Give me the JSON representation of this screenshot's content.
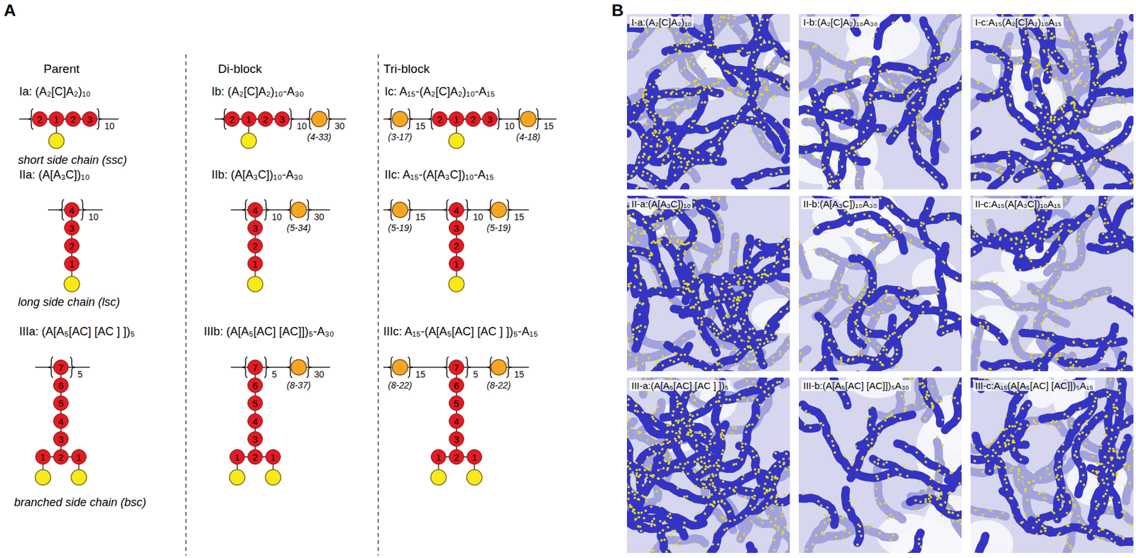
{
  "diagram": {
    "nodes": [
      {
        "text": [
          "2"
        ]
      },
      {
        "text": [
          "1"
        ]
      },
      {
        "text": [
          "2"
        ]
      },
      {
        "text": [
          "3"
        ]
      },
      {
        "text": [
          "2"
        ]
      },
      {
        "text": [
          "1"
        ]
      },
      {
        "text": [
          "2"
        ]
      },
      {
        "text": [
          "3"
        ]
      },
      {
        "text": [
          "2"
        ]
      },
      {
        "text": [
          "1"
        ]
      },
      {
        "text": [
          "2"
        ]
      },
      {
        "text": [
          "3"
        ]
      },
      {
        "text": [
          "4"
        ]
      },
      {
        "text": [
          "3"
        ]
      },
      {
        "text": [
          "2"
        ]
      },
      {
        "text": [
          "1"
        ]
      },
      {
        "text": [
          "4"
        ]
      },
      {
        "text": [
          "3"
        ]
      },
      {
        "text": [
          "2"
        ]
      },
      {
        "text": [
          "1"
        ]
      },
      {
        "text": [
          "4"
        ]
      },
      {
        "text": [
          "3"
        ]
      },
      {
        "text": [
          "2"
        ]
      },
      {
        "text": [
          "1"
        ]
      },
      {
        "text": [
          "7"
        ]
      },
      {
        "text": [
          "6"
        ]
      },
      {
        "text": [
          "5"
        ]
      },
      {
        "text": [
          "4"
        ]
      },
      {
        "text": [
          "3"
        ]
      },
      {
        "text": [
          "1"
        ]
      },
      {
        "text": [
          "2"
        ]
      },
      {
        "text": [
          "1"
        ]
      },
      {
        "text": [
          "7"
        ]
      },
      {
        "text": [
          "6"
        ]
      },
      {
        "text": [
          "5"
        ]
      },
      {
        "text": [
          "4"
        ]
      },
      {
        "text": [
          "3"
        ]
      },
      {
        "text": [
          "1"
        ]
      },
      {
        "text": [
          "2"
        ]
      },
      {
        "text": [
          "1"
        ]
      },
      {
        "text": [
          "7"
        ]
      },
      {
        "text": [
          "6"
        ]
      },
      {
        "text": [
          "5"
        ]
      },
      {
        "text": [
          "4"
        ]
      },
      {
        "text": [
          "3"
        ]
      },
      {
        "text": [
          "1"
        ]
      },
      {
        "text": [
          "2"
        ]
      },
      {
        "text": [
          "1"
        ]
      }
    ],
    "edges": [
      {
        "from": 0,
        "to": 1,
        "arrow": "none"
      },
      {
        "from": 1,
        "to": 2,
        "arrow": "none"
      },
      {
        "from": 2,
        "to": 3,
        "arrow": "none"
      },
      {
        "from": 4,
        "to": 5,
        "arrow": "none"
      },
      {
        "from": 5,
        "to": 6,
        "arrow": "none"
      },
      {
        "from": 6,
        "to": 7,
        "arrow": "none"
      },
      {
        "from": 8,
        "to": 9,
        "arrow": "none"
      },
      {
        "from": 9,
        "to": 10,
        "arrow": "none"
      },
      {
        "from": 10,
        "to": 11,
        "arrow": "none"
      },
      {
        "from": 12,
        "to": 13,
        "arrow": "none"
      },
      {
        "from": 13,
        "to": 14,
        "arrow": "none"
      },
      {
        "from": 14,
        "to": 15,
        "arrow": "none"
      },
      {
        "from": 16,
        "to": 17,
        "arrow": "none"
      },
      {
        "from": 17,
        "to": 18,
        "arrow": "none"
      },
      {
        "from": 18,
        "to": 19,
        "arrow": "none"
      },
      {
        "from": 20,
        "to": 21,
        "arrow": "none"
      },
      {
        "from": 21,
        "to": 22,
        "arrow": "none"
      },
      {
        "from": 22,
        "to": 23,
        "arrow": "none"
      },
      {
        "from": 24,
        "to": 25,
        "arrow": "none"
      },
      {
        "from": 25,
        "to": 26,
        "arrow": "none"
      },
      {
        "from": 26,
        "to": 27,
        "arrow": "none"
      },
      {
        "from": 27,
        "to": 28,
        "arrow": "none"
      },
      {
        "from": 28,
        "to": 30,
        "arrow": "none"
      },
      {
        "from": 30,
        "to": 29,
        "arrow": "none"
      },
      {
        "from": 30,
        "to": 31,
        "arrow": "none"
      },
      {
        "from": 32,
        "to": 33,
        "arrow": "none"
      },
      {
        "from": 33,
        "to": 34,
        "arrow": "none"
      },
      {
        "from": 34,
        "to": 35,
        "arrow": "none"
      },
      {
        "from": 35,
        "to": 36,
        "arrow": "none"
      },
      {
        "from": 36,
        "to": 38,
        "arrow": "none"
      },
      {
        "from": 38,
        "to": 37,
        "arrow": "none"
      },
      {
        "from": 38,
        "to": 39,
        "arrow": "none"
      },
      {
        "from": 40,
        "to": 41,
        "arrow": "none"
      },
      {
        "from": 41,
        "to": 42,
        "arrow": "none"
      },
      {
        "from": 42,
        "to": 43,
        "arrow": "none"
      },
      {
        "from": 43,
        "to": 44,
        "arrow": "none"
      },
      {
        "from": 44,
        "to": 46,
        "arrow": "none"
      },
      {
        "from": 46,
        "to": 45,
        "arrow": "none"
      },
      {
        "from": 46,
        "to": 47,
        "arrow": "none"
      }
    ],
    "labels": [
      "A",
      "Parent",
      "Di-block",
      "Tri-block",
      "Ia: (A₂[C]A₂)₁₀",
      "10",
      "short side chain (ssc)",
      "Ib: (A₂[C]A₂)₁₀-A₃₀",
      "10",
      "30",
      "(4-33)",
      "Ic: A₁₅-(A₂[C]A₂)₁₀-A₁₅",
      "15",
      "10",
      "15",
      "(3-17)",
      "(4-18)",
      "IIa: (A[A₃C])₁₀",
      "10",
      "long side chain (lsc)",
      "IIb: (A[A₃C])₁₀-A₃₀",
      "10",
      "30",
      "(5-34)",
      "IIc: A₁₅-(A[A₃C])₁₀-A₁₅",
      "15",
      "10",
      "15",
      "(5-19)",
      "(5-19)",
      "IIIa: (A[A₅[AC] [AC ] ])₅",
      "5",
      "branched side chain (bsc)",
      "IIIb: (A[A₅[AC] [AC]])₅-A₃₀",
      "5",
      "30",
      "(8-37)",
      "IIIc: A₁₅-(A[A₅[AC] [AC ] ])₅-A₁₅",
      "15",
      "5",
      "15",
      "(8-22)",
      "(8-22)",
      "B",
      "I-a:(A₂[C]A₂)₁₀",
      "I-b:(A₂[C]A₂)₁₀A₃₀",
      "I-c:A₁₅(A₂[C]A₂)₁₀A₁₅",
      "II-a:(A[A₃C])₁₀",
      "II-b:(A[A₃C])₁₀A₃₀",
      "II-c:A₁₅(A[A₃C])₁₀A₁₅",
      "III-a:(A[A₅[AC] [AC ] ])₅",
      "III-b:(A[A₅[AC] [AC]])₅A₃₀",
      "III-c:A₁₅(A[A₅[AC] [AC]])₅A₁₅"
    ]
  }
}
